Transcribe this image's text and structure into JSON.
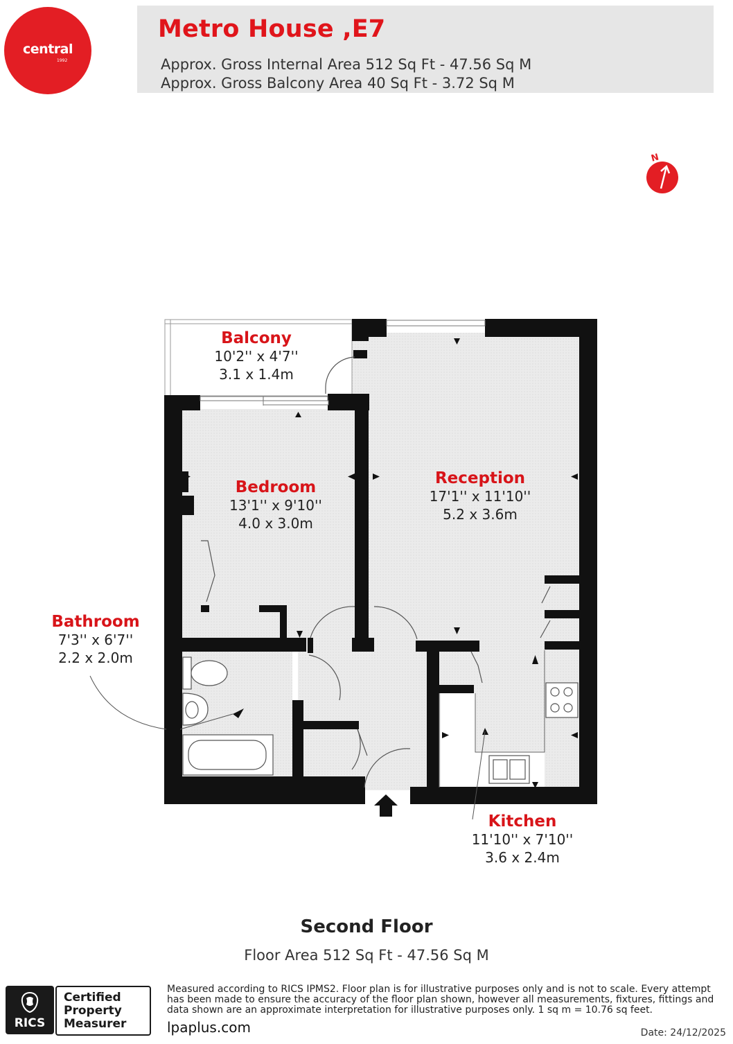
{
  "brand": {
    "logo_text": "central",
    "logo_year": "1992",
    "color": "#e31e24"
  },
  "header": {
    "title": "Metro House ,E7",
    "internal_area": "Approx. Gross Internal Area 512 Sq Ft - 47.56 Sq M",
    "balcony_area": "Approx. Gross Balcony Area 40 Sq Ft - 3.72 Sq M"
  },
  "compass": {
    "label": "N"
  },
  "rooms": {
    "balcony": {
      "name": "Balcony",
      "imperial": "10'2'' x 4'7''",
      "metric": "3.1 x 1.4m"
    },
    "bedroom": {
      "name": "Bedroom",
      "imperial": "13'1'' x 9'10''",
      "metric": "4.0 x 3.0m"
    },
    "reception": {
      "name": "Reception",
      "imperial": "17'1'' x 11'10''",
      "metric": "5.2 x 3.6m"
    },
    "bathroom": {
      "name": "Bathroom",
      "imperial": "7'3'' x 6'7''",
      "metric": "2.2 x 2.0m"
    },
    "kitchen": {
      "name": "Kitchen",
      "imperial": "11'10'' x 7'10''",
      "metric": "3.6 x 2.4m"
    }
  },
  "floor": {
    "title": "Second Floor",
    "area": "Floor Area 512 Sq Ft - 47.56 Sq M"
  },
  "footer": {
    "rics_label": "RICS",
    "certified_line1": "Certified",
    "certified_line2": "Property",
    "certified_line3": "Measurer",
    "disclaimer": "Measured according to RICS IPMS2. Floor plan is for illustrative purposes only and is not to scale. Every attempt has been made to ensure the accuracy of the floor plan shown, however all measurements, fixtures, fittings and data shown are an approximate interpretation for illustrative purposes only. 1 sq m = 10.76 sq feet.",
    "website": "lpaplus.com",
    "date": "Date: 24/12/2025"
  },
  "colors": {
    "wall": "#111111",
    "floor_fill": "#e9e9e9",
    "accent_red": "#d81419",
    "header_band": "#e6e6e6"
  }
}
